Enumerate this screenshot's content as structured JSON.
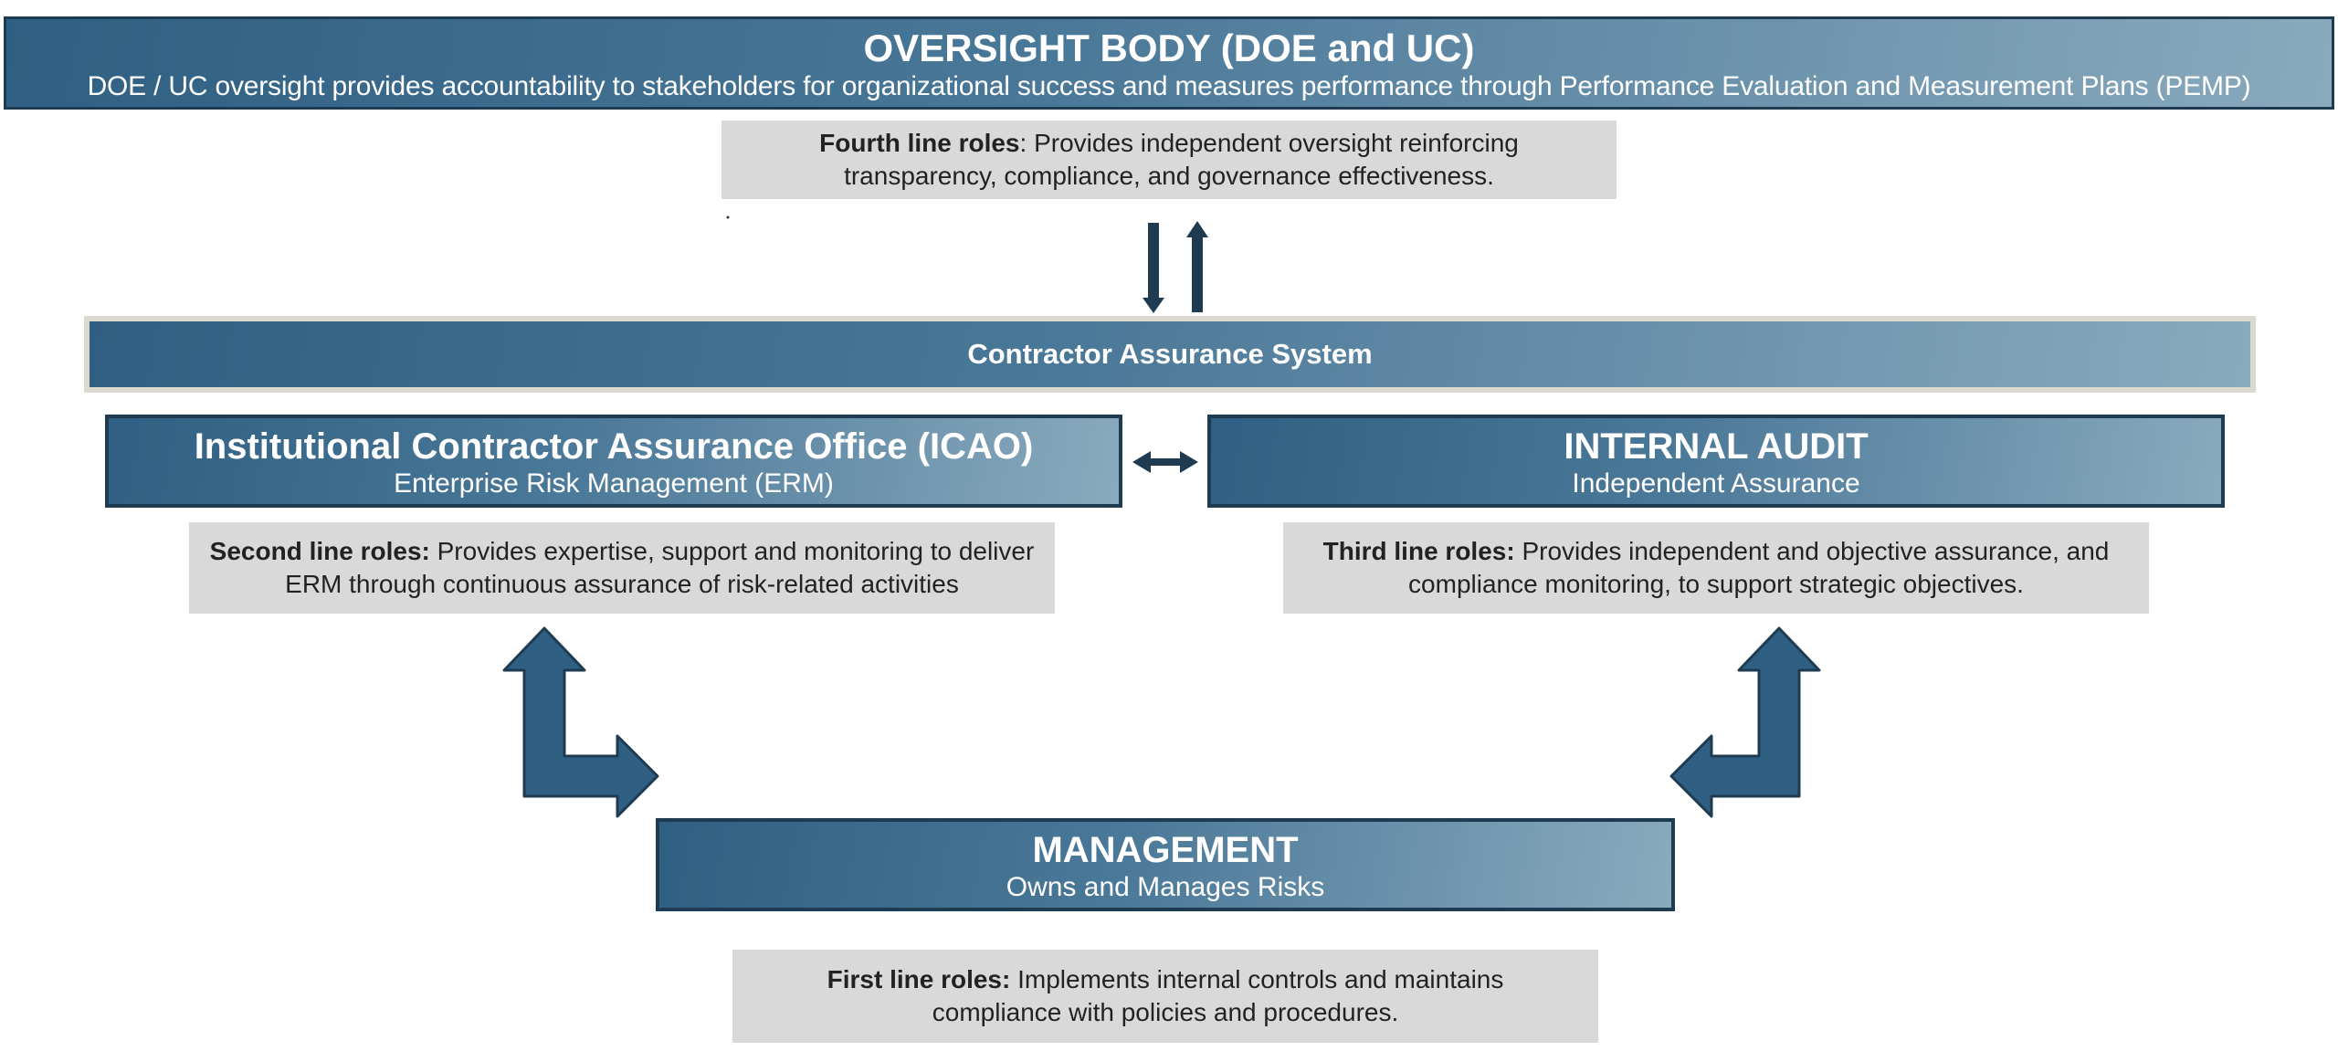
{
  "oversight": {
    "title": "OVERSIGHT BODY (DOE and UC)",
    "subtitle": "DOE / UC oversight provides accountability to stakeholders for organizational success and measures performance through Performance Evaluation and Measurement Plans (PEMP)"
  },
  "fourth_line": {
    "label": "Fourth line roles",
    "text": ": Provides independent oversight reinforcing transparency, compliance, and governance effectiveness."
  },
  "cas": {
    "title": "Contractor Assurance System"
  },
  "icao": {
    "title": "Institutional Contractor Assurance Office (ICAO)",
    "subtitle": "Enterprise Risk Management (ERM)"
  },
  "internal_audit": {
    "title": "INTERNAL AUDIT",
    "subtitle": "Independent Assurance"
  },
  "second_line": {
    "label": "Second line roles:",
    "text": " Provides expertise, support and monitoring to deliver ERM through continuous assurance of risk-related activities"
  },
  "third_line": {
    "label": "Third line roles:",
    "text": " Provides independent and objective assurance, and compliance monitoring, to support strategic objectives."
  },
  "management": {
    "title": "MANAGEMENT",
    "subtitle": "Owns and Manages Risks"
  },
  "first_line": {
    "label": "First line roles:",
    "text": " Implements internal controls and maintains compliance with policies and procedures."
  },
  "colors": {
    "box_dark": "#2f5f82",
    "box_light": "#8aaabd",
    "border": "#1f3b52",
    "arrow": "#2f5f82",
    "grey_panel": "#d9d9d9"
  }
}
